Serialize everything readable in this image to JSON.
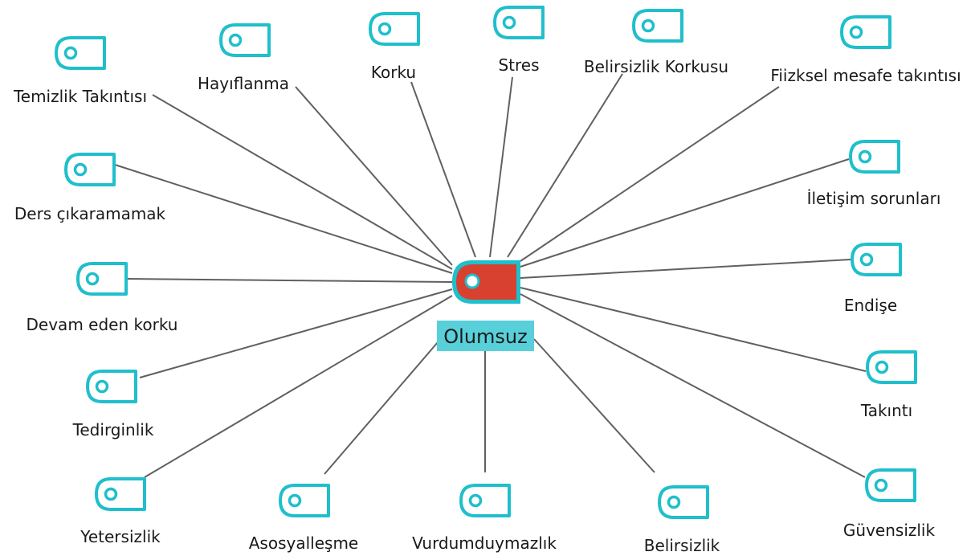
{
  "colors": {
    "accent": "#1fbfcb",
    "center_fill": "#d8412f",
    "center_label_bg": "#58d0da",
    "connector": "#606060"
  },
  "center": {
    "label": "Olumsuz",
    "icon": "tag-icon"
  },
  "nodes": [
    {
      "id": "temizlik-takintisi",
      "label": "Temizlik Takıntısı",
      "icon": "tag-icon"
    },
    {
      "id": "hayiflanma",
      "label": "Hayıflanma",
      "icon": "tag-icon"
    },
    {
      "id": "korku",
      "label": "Korku",
      "icon": "tag-icon"
    },
    {
      "id": "stres",
      "label": "Stres",
      "icon": "tag-icon"
    },
    {
      "id": "belirsizlik-korkusu",
      "label": "Belirsizlik Korkusu",
      "icon": "tag-icon"
    },
    {
      "id": "fiziksel-mesafe-takintisi",
      "label": "Fiizksel mesafe takıntısı",
      "icon": "tag-icon"
    },
    {
      "id": "iletisim-sorunlari",
      "label": "İletişim sorunları",
      "icon": "tag-icon"
    },
    {
      "id": "endise",
      "label": "Endişe",
      "icon": "tag-icon"
    },
    {
      "id": "takinti",
      "label": "Takıntı",
      "icon": "tag-icon"
    },
    {
      "id": "guvensizlik",
      "label": "Güvensizlik",
      "icon": "tag-icon"
    },
    {
      "id": "belirsizlik",
      "label": "Belirsizlik",
      "icon": "tag-icon"
    },
    {
      "id": "vurdumduymazlik",
      "label": "Vurdumduymazlık",
      "icon": "tag-icon"
    },
    {
      "id": "asosyallesme",
      "label": "Asosyalleşme",
      "icon": "tag-icon"
    },
    {
      "id": "yetersizlik",
      "label": "Yetersizlik",
      "icon": "tag-icon"
    },
    {
      "id": "tedirginlik",
      "label": "Tedirginlik",
      "icon": "tag-icon"
    },
    {
      "id": "devam-eden-korku",
      "label": "Devam eden korku",
      "icon": "tag-icon"
    },
    {
      "id": "ders-cikaramamak",
      "label": "Ders çıkaramamak",
      "icon": "tag-icon"
    }
  ]
}
